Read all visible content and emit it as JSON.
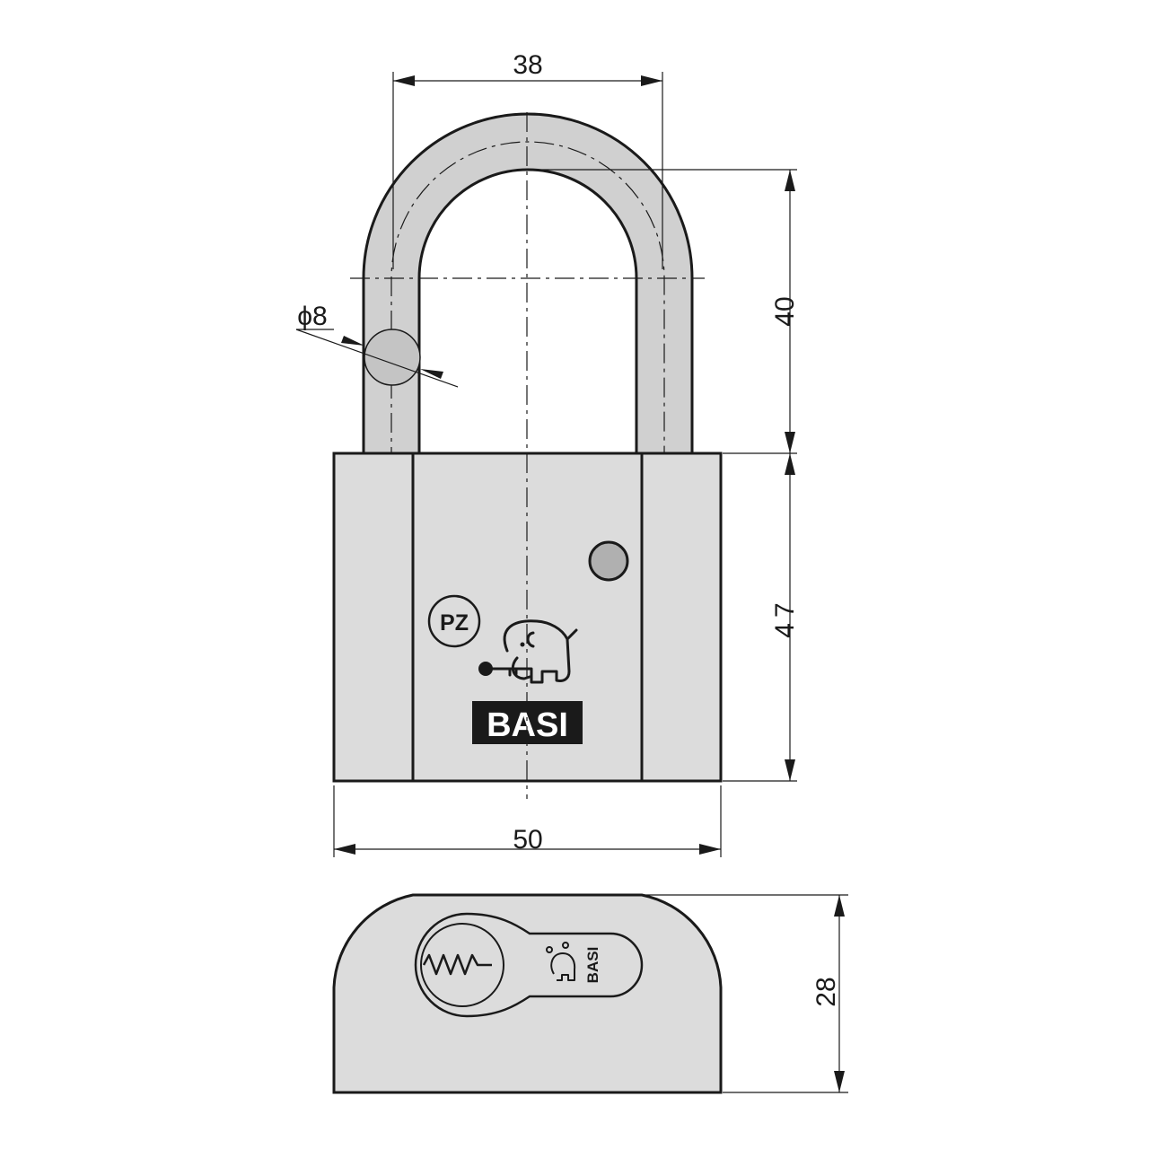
{
  "dimensions": {
    "shackle_width": "38",
    "shackle_diameter": "ϕ8",
    "shackle_height": "40",
    "body_height": "47",
    "body_width": "50",
    "body_depth": "28"
  },
  "body_marks": {
    "certification": "PZ",
    "brand": "BASI"
  },
  "cylinder_marks": {
    "brand": "BASI"
  },
  "icons": [
    "elephant-key-logo-icon",
    "small-elephant-logo-icon",
    "keyway-icon"
  ],
  "colors": {
    "line": "#1a1a1a",
    "fill": "#dcdcdc",
    "shackle_fill": "#d0d0d0",
    "brand_box": "#1a1a1a",
    "background": "#ffffff"
  }
}
